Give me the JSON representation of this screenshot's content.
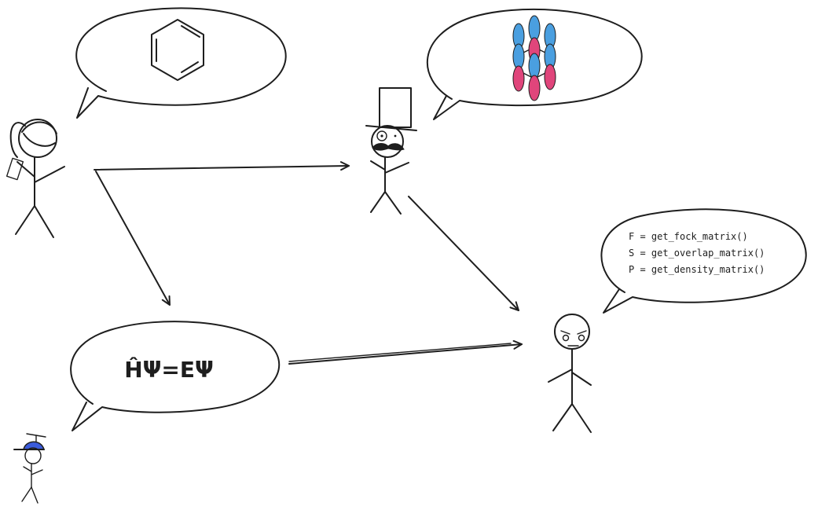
{
  "bubbles": {
    "equation": {
      "text": "ĤΨ=EΨ"
    },
    "code": {
      "lines": [
        "F = get_fock_matrix()",
        "S = get_overlap_matrix()",
        "P = get_density_matrix()"
      ]
    }
  },
  "orbitals": {
    "colors": {
      "blue": "#4a9fe0",
      "red": "#e0457b",
      "cap": "#3b5bdb"
    }
  }
}
